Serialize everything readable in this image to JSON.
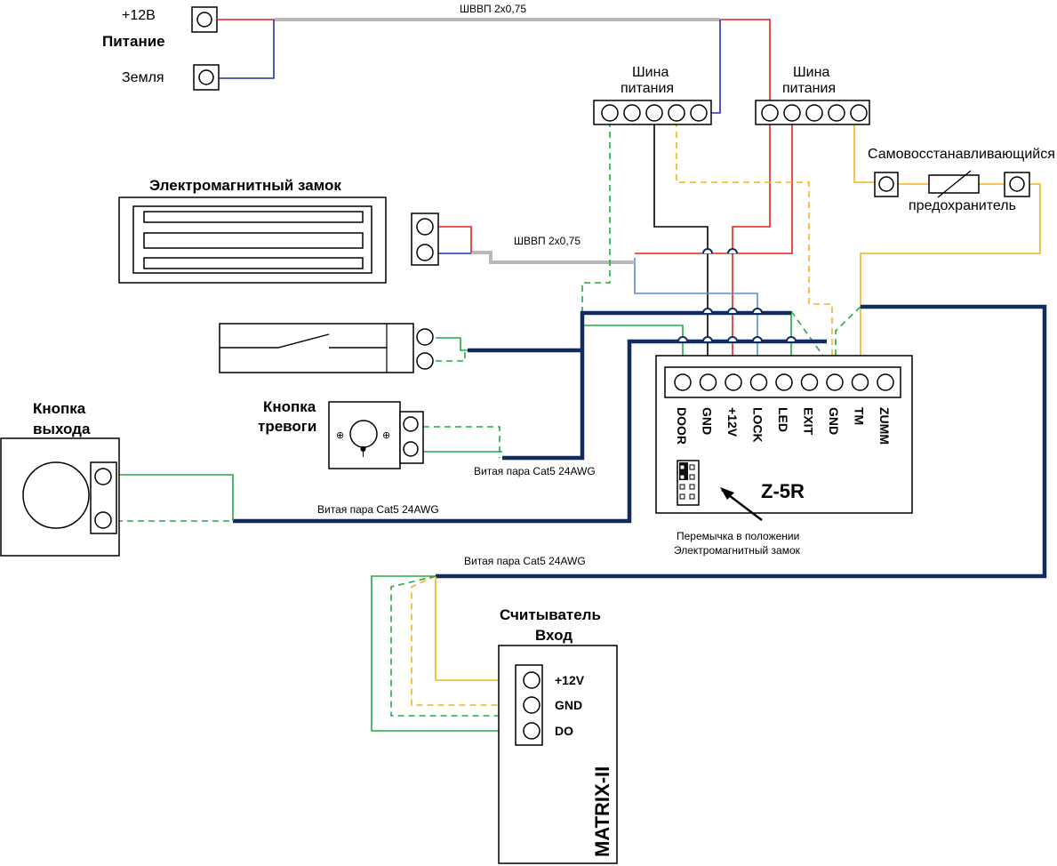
{
  "power": {
    "plus12_label": "+12В",
    "title": "Питание",
    "ground_label": "Земля"
  },
  "cables": {
    "top_cable": "ШВВП 2х0,75",
    "lock_cable": "ШВВП 2х0,75",
    "alarm_cable": "Витая пара Cat5 24AWG",
    "exit_cable": "Витая пара Cat5 24AWG",
    "reader_cable": "Витая пара Cat5 24AWG"
  },
  "bus": {
    "left_line1": "Шина",
    "left_line2": "питания",
    "right_line1": "Шина",
    "right_line2": "питания"
  },
  "fuse": {
    "line1": "Самовосстанавливающийся",
    "line2": "предохранитель"
  },
  "lock": {
    "title": "Электромагнитный замок"
  },
  "alarm": {
    "line1": "Кнопка",
    "line2": "тревоги"
  },
  "exit": {
    "line1": "Кнопка",
    "line2": "выхода"
  },
  "controller": {
    "name": "Z-5R",
    "pins": [
      "DOOR",
      "GND",
      "+12V",
      "LOCK",
      "LED",
      "EXIT",
      "GND",
      "TM",
      "ZUMM"
    ],
    "jumper_note_line1": "Перемычка в положении",
    "jumper_note_line2": "Электромагнитный замок"
  },
  "reader": {
    "title_line1": "Считыватель",
    "title_line2": "Вход",
    "model": "MATRIX-II",
    "pins": [
      "+12V",
      "GND",
      "DO"
    ]
  },
  "colors": {
    "red": "#e32319",
    "blue": "#2331a8",
    "light_blue": "#5a8ed0",
    "green": "#22aa44",
    "orange": "#f5b21e",
    "gray_cable": "#b8b8b8",
    "twisted_pair": "#0e2c5e"
  }
}
